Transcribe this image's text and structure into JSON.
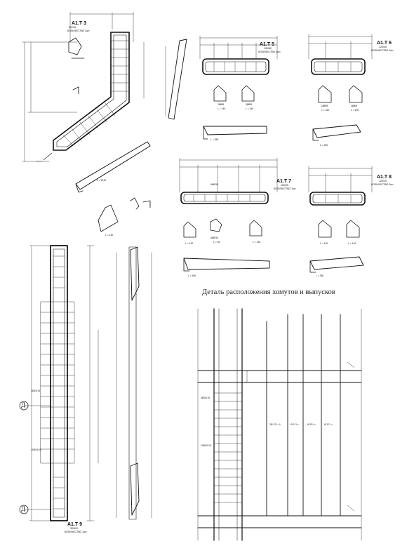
{
  "drawing": {
    "detail_title": "Деталь расположения хомутов и выпусков",
    "axes": [
      "Д",
      "Д"
    ],
    "elements": [
      {
        "mark": "А1.Т 3",
        "line1": "60/1/6",
        "line2": "КОЛИЧЕСТВО 3шт"
      },
      {
        "mark": "А1.Т 5",
        "line1": "130/80",
        "line2": "КОЛИЧЕСТВО 4шт"
      },
      {
        "mark": "А1.Т 6",
        "line1": "120/40",
        "line2": "КОЛИЧЕСТВО 3шт"
      },
      {
        "mark": "А1.Т 7",
        "line1": "100/25",
        "line2": "КОЛИЧЕСТВО 1шт"
      },
      {
        "mark": "А1.Т 8",
        "line1": "120/20",
        "line2": "КОЛИЧЕСТВО 3шт"
      },
      {
        "mark": "А1.Т 9",
        "line1": "30/610",
        "line2": "КОЛИЧЕСТВО 1шт"
      }
    ],
    "rebar_labels": {
      "l140": "L = 140",
      "l190": "L = 190",
      "l120": "L = 120",
      "l45": "L = 45",
      "l280": "L = 280",
      "l320": "L = 320",
      "l400": "L = 400",
      "l160": "L = 160",
      "l1210": "L = 1210",
      "d2_3": "2Ø8/5",
      "d2_4": "3Ø8/5",
      "d6_10": "6Ø8/10",
      "d10_15": "10Ø10/15",
      "d4_15": "4Ø10/15",
      "d2_15": "2Ø10/15",
      "b_a": "2Ø 12 L=1",
      "b_b": "Ø 12 L=",
      "b_c": "Ø 15 L=",
      "b_d": "Ø 12 L="
    }
  }
}
